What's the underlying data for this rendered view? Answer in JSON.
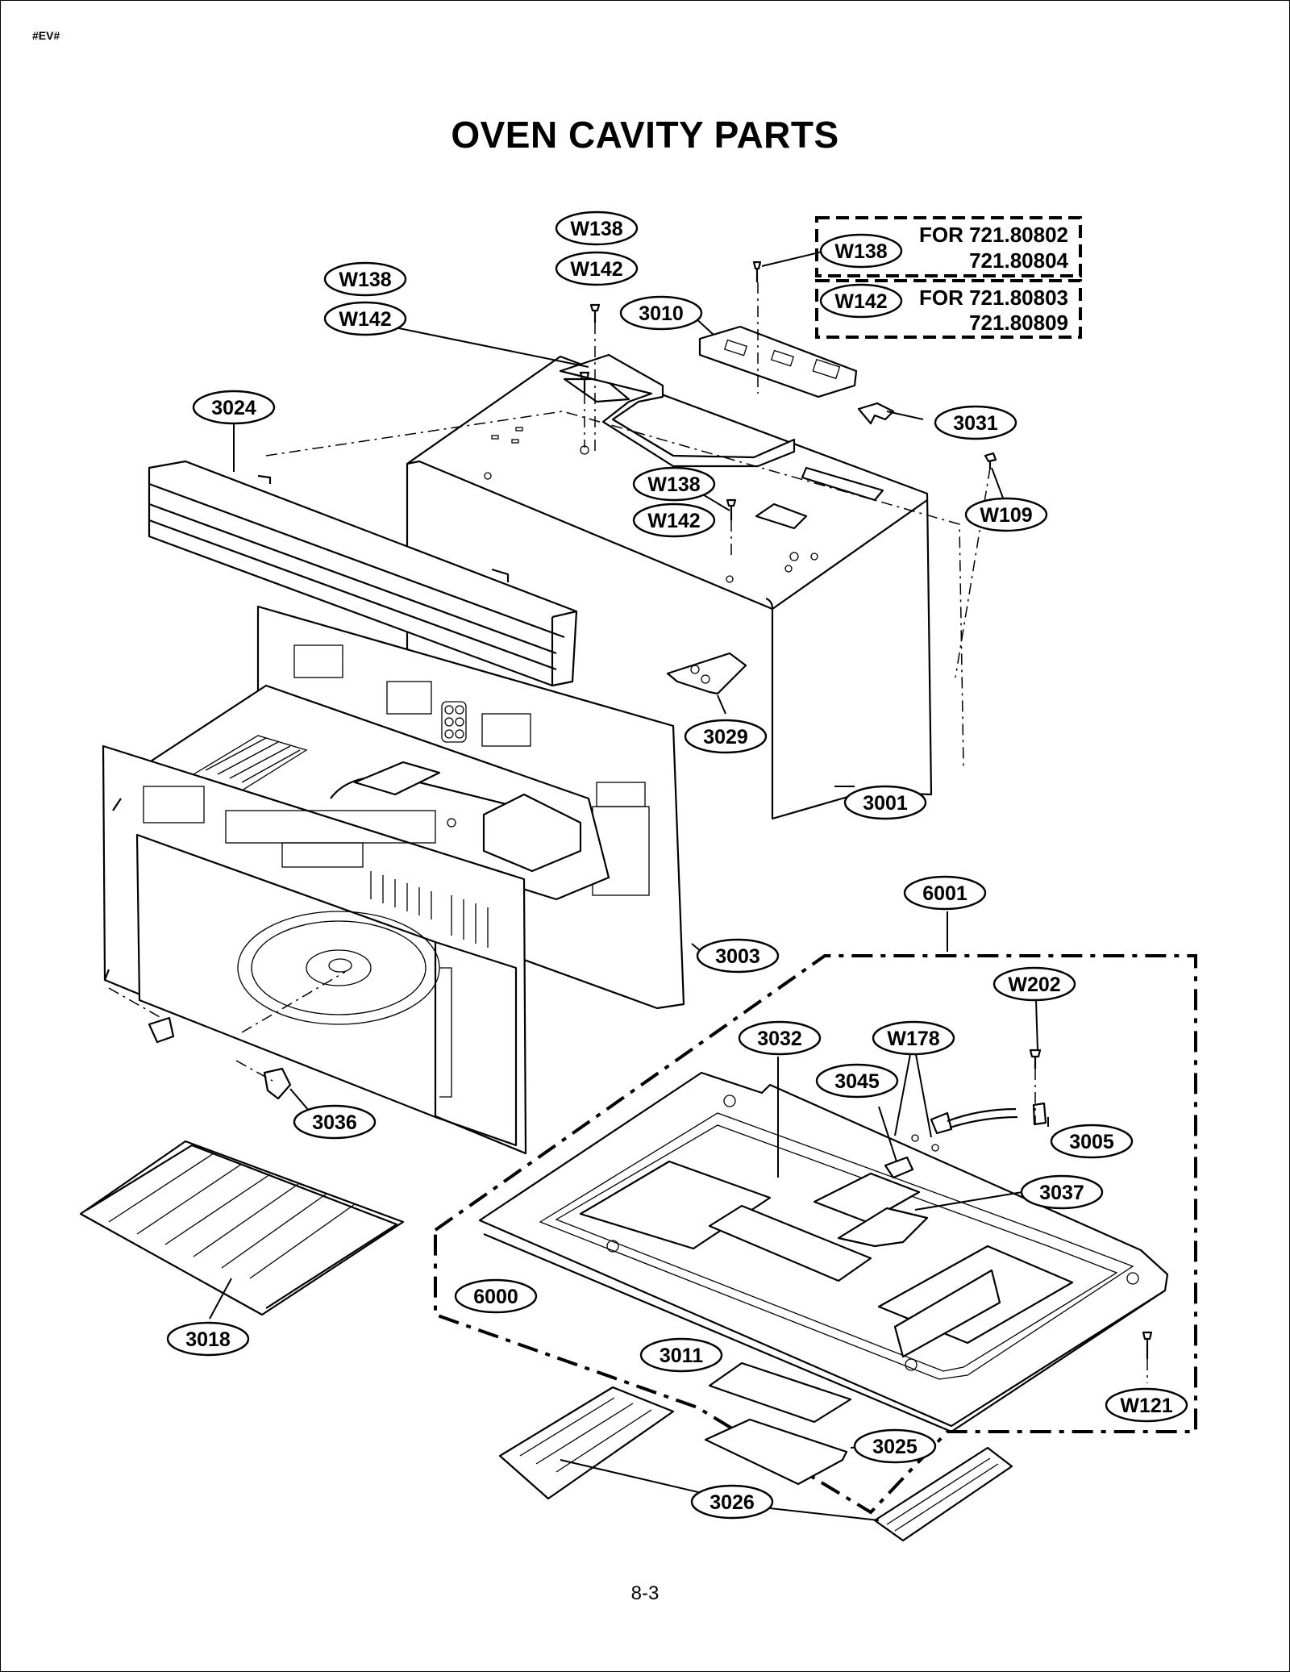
{
  "header": {
    "doc_code": "#EV#",
    "title": "OVEN CAVITY PARTS"
  },
  "footer": {
    "page_number": "8-3"
  },
  "notes": [
    {
      "callout": "W138",
      "line1": "FOR 721.80802",
      "line2": "721.80804"
    },
    {
      "callout": "W142",
      "line1": "FOR 721.80803",
      "line2": "721.80809"
    }
  ],
  "callouts": [
    "W138",
    "W142",
    "W138",
    "W142",
    "3010",
    "3024",
    "3031",
    "W138",
    "W142",
    "W109",
    "3029",
    "3001",
    "3003",
    "6001",
    "W202",
    "3032",
    "W178",
    "3045",
    "3005",
    "3037",
    "3036",
    "3018",
    "6000",
    "3011",
    "3025",
    "3026",
    "W121"
  ]
}
